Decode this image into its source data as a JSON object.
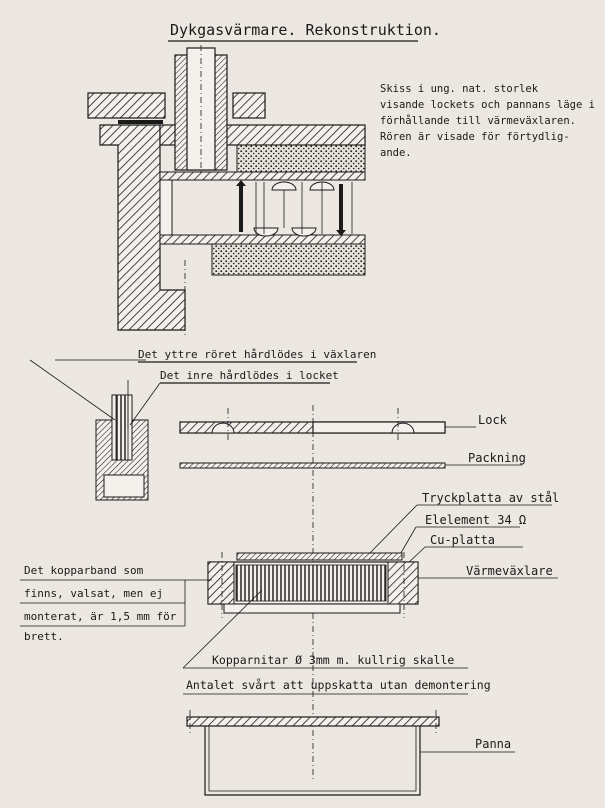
{
  "title": "Dykgasvärmare. Rekonstruktion.",
  "note": {
    "lines": [
      "Skiss i ung. nat. storlek",
      "visande lockets och pannans läge i",
      "förhållande till värmeväxlaren.",
      "Rören är visade för förtydlig-",
      "ande."
    ]
  },
  "labels": {
    "outer_tube": "Det yttre röret hårdlödes i växlaren",
    "inner_tube": "Det inre hårdlödes i locket",
    "lock": "Lock",
    "packning": "Packning",
    "tryckplatta": "Tryckplatta av stål",
    "element": "Elelement 34 Ω",
    "cu_platta": "Cu-platta",
    "varmevaxlare": "Värmeväxlare",
    "kopparnitar": "Kopparnitar Ø 3mm m. kullrig skalle",
    "antalet": "Antalet svårt att uppskatta utan demontering",
    "panna": "Panna"
  },
  "copper_note": {
    "lines": [
      "Det kopparband som",
      "finns, valsat, men ej",
      "monterat, är 1,5 mm för",
      "brett."
    ]
  }
}
